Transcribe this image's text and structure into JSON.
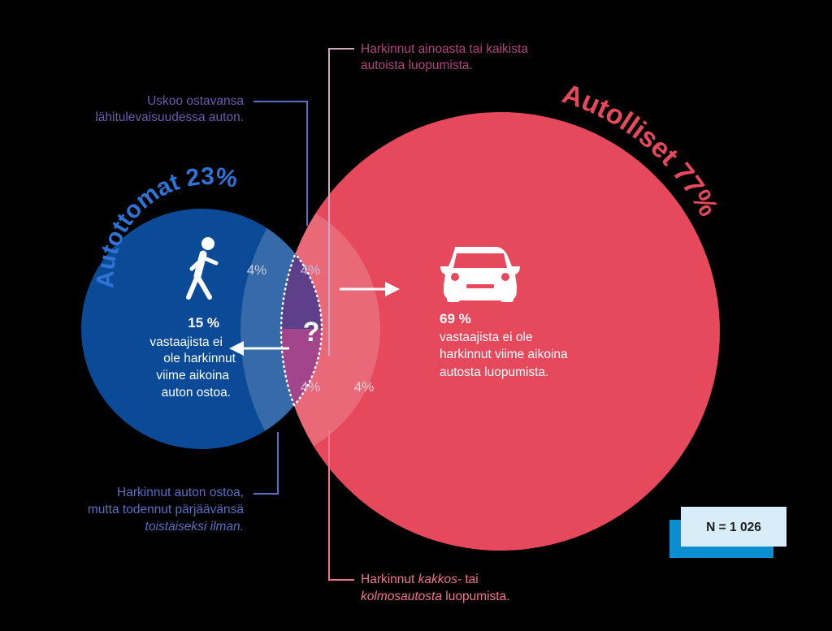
{
  "colors": {
    "background": "#000000",
    "blue": "#0a4a96",
    "red": "#e5495b",
    "purple": "#5e3f8a",
    "magenta": "#a3458a",
    "lens_band": "#ffffff",
    "callout_blue": "#5b6ec4",
    "callout_pink": "#b0447e",
    "callout_salmon": "#f0758a",
    "badge_front": "#d7eef8",
    "badge_back": "#0a8ed0"
  },
  "circles": {
    "left_title": "Autottomat",
    "left_pct": "23%",
    "right_title": "Autolliset",
    "right_pct": "77%"
  },
  "segments": {
    "left_band": "4%",
    "center_top": "4%",
    "center_bottom": "4%",
    "right_band": "4%",
    "question": "?"
  },
  "left_stat": {
    "value": "15 %",
    "line1": "vastaajista ei",
    "line2": "ole harkinnut",
    "line3": "viime aikoina",
    "line4": "auton ostoa."
  },
  "right_stat": {
    "value": "69 %",
    "line1": "vastaajista ei ole",
    "line2": "harkinnut viime aikoina",
    "line3": "autosta luopumista."
  },
  "callouts": {
    "top_right": {
      "line1": "Harkinnut ainoasta tai kaikista",
      "line2": "autoista luopumista."
    },
    "top_left": {
      "line1": "Uskoo ostavansa",
      "line2": "lähitulevaisuudessa auton."
    },
    "bottom_left": {
      "line1": "Harkinnut auton ostoa,",
      "line2": "mutta todennut pärjäävänsä",
      "line3": "toistaiseksi ilman."
    },
    "bottom_right": {
      "part1": "Harkinnut ",
      "part2": "kakkos-",
      "part3": " tai",
      "line2_part1": "kolmosautosta",
      "line2_part2": " luopumista."
    }
  },
  "sample_size": "N = 1 026",
  "icons": {
    "left": "walking-person-icon",
    "right": "car-icon"
  }
}
